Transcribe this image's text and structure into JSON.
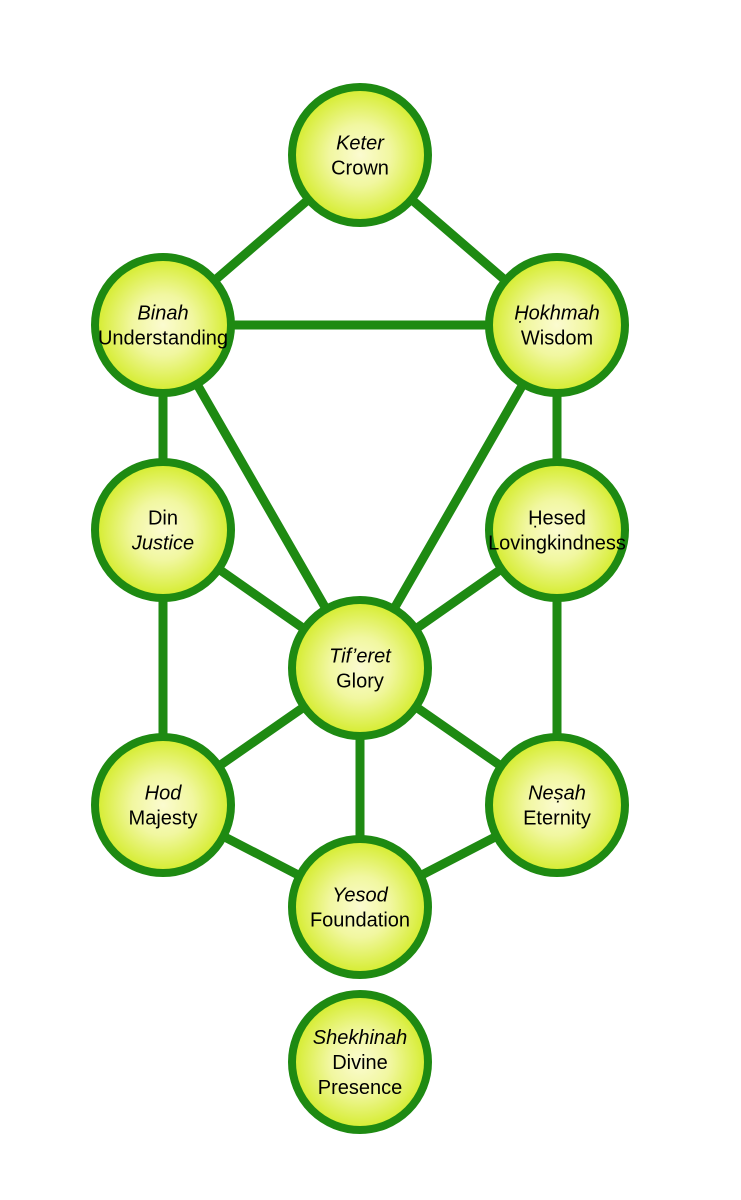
{
  "nodes": [
    {
      "id": "keter",
      "lines": [
        {
          "text": "Keter",
          "italic": true
        },
        {
          "text": "Crown",
          "italic": false
        }
      ]
    },
    {
      "id": "binah",
      "lines": [
        {
          "text": "Binah",
          "italic": true
        },
        {
          "text": "Understanding",
          "italic": false
        }
      ]
    },
    {
      "id": "hokhmah",
      "lines": [
        {
          "text": "Ḥokhmah",
          "italic": true
        },
        {
          "text": "Wisdom",
          "italic": false
        }
      ]
    },
    {
      "id": "din",
      "lines": [
        {
          "text": "Din",
          "italic": false
        },
        {
          "text": "Justice",
          "italic": true
        }
      ]
    },
    {
      "id": "hesed",
      "lines": [
        {
          "text": "Ḥesed",
          "italic": false
        },
        {
          "text": "Lovingkindness",
          "italic": false
        }
      ]
    },
    {
      "id": "tiferet",
      "lines": [
        {
          "text": "Tif’eret",
          "italic": true
        },
        {
          "text": "Glory",
          "italic": false
        }
      ]
    },
    {
      "id": "hod",
      "lines": [
        {
          "text": "Hod",
          "italic": true
        },
        {
          "text": "Majesty",
          "italic": false
        }
      ]
    },
    {
      "id": "nesah",
      "lines": [
        {
          "text": "Neṣah",
          "italic": true
        },
        {
          "text": "Eternity",
          "italic": false
        }
      ]
    },
    {
      "id": "yesod",
      "lines": [
        {
          "text": "Yesod",
          "italic": true
        },
        {
          "text": "Foundation",
          "italic": false
        }
      ]
    },
    {
      "id": "shekhinah",
      "lines": [
        {
          "text": "Shekhinah",
          "italic": true
        },
        {
          "text": "Divine",
          "italic": false
        },
        {
          "text": "Presence",
          "italic": false
        }
      ]
    }
  ],
  "edges": [
    [
      "keter",
      "binah"
    ],
    [
      "keter",
      "hokhmah"
    ],
    [
      "binah",
      "hokhmah"
    ],
    [
      "binah",
      "din"
    ],
    [
      "binah",
      "tiferet"
    ],
    [
      "hokhmah",
      "hesed"
    ],
    [
      "hokhmah",
      "tiferet"
    ],
    [
      "din",
      "hod"
    ],
    [
      "din",
      "tiferet"
    ],
    [
      "hesed",
      "nesah"
    ],
    [
      "hesed",
      "tiferet"
    ],
    [
      "tiferet",
      "hod"
    ],
    [
      "tiferet",
      "nesah"
    ],
    [
      "tiferet",
      "yesod"
    ],
    [
      "hod",
      "yesod"
    ],
    [
      "nesah",
      "yesod"
    ]
  ],
  "colors": {
    "line": "#1e8a12",
    "fill_center": "#fbfbd0",
    "fill_edge": "#d4ec2a"
  }
}
